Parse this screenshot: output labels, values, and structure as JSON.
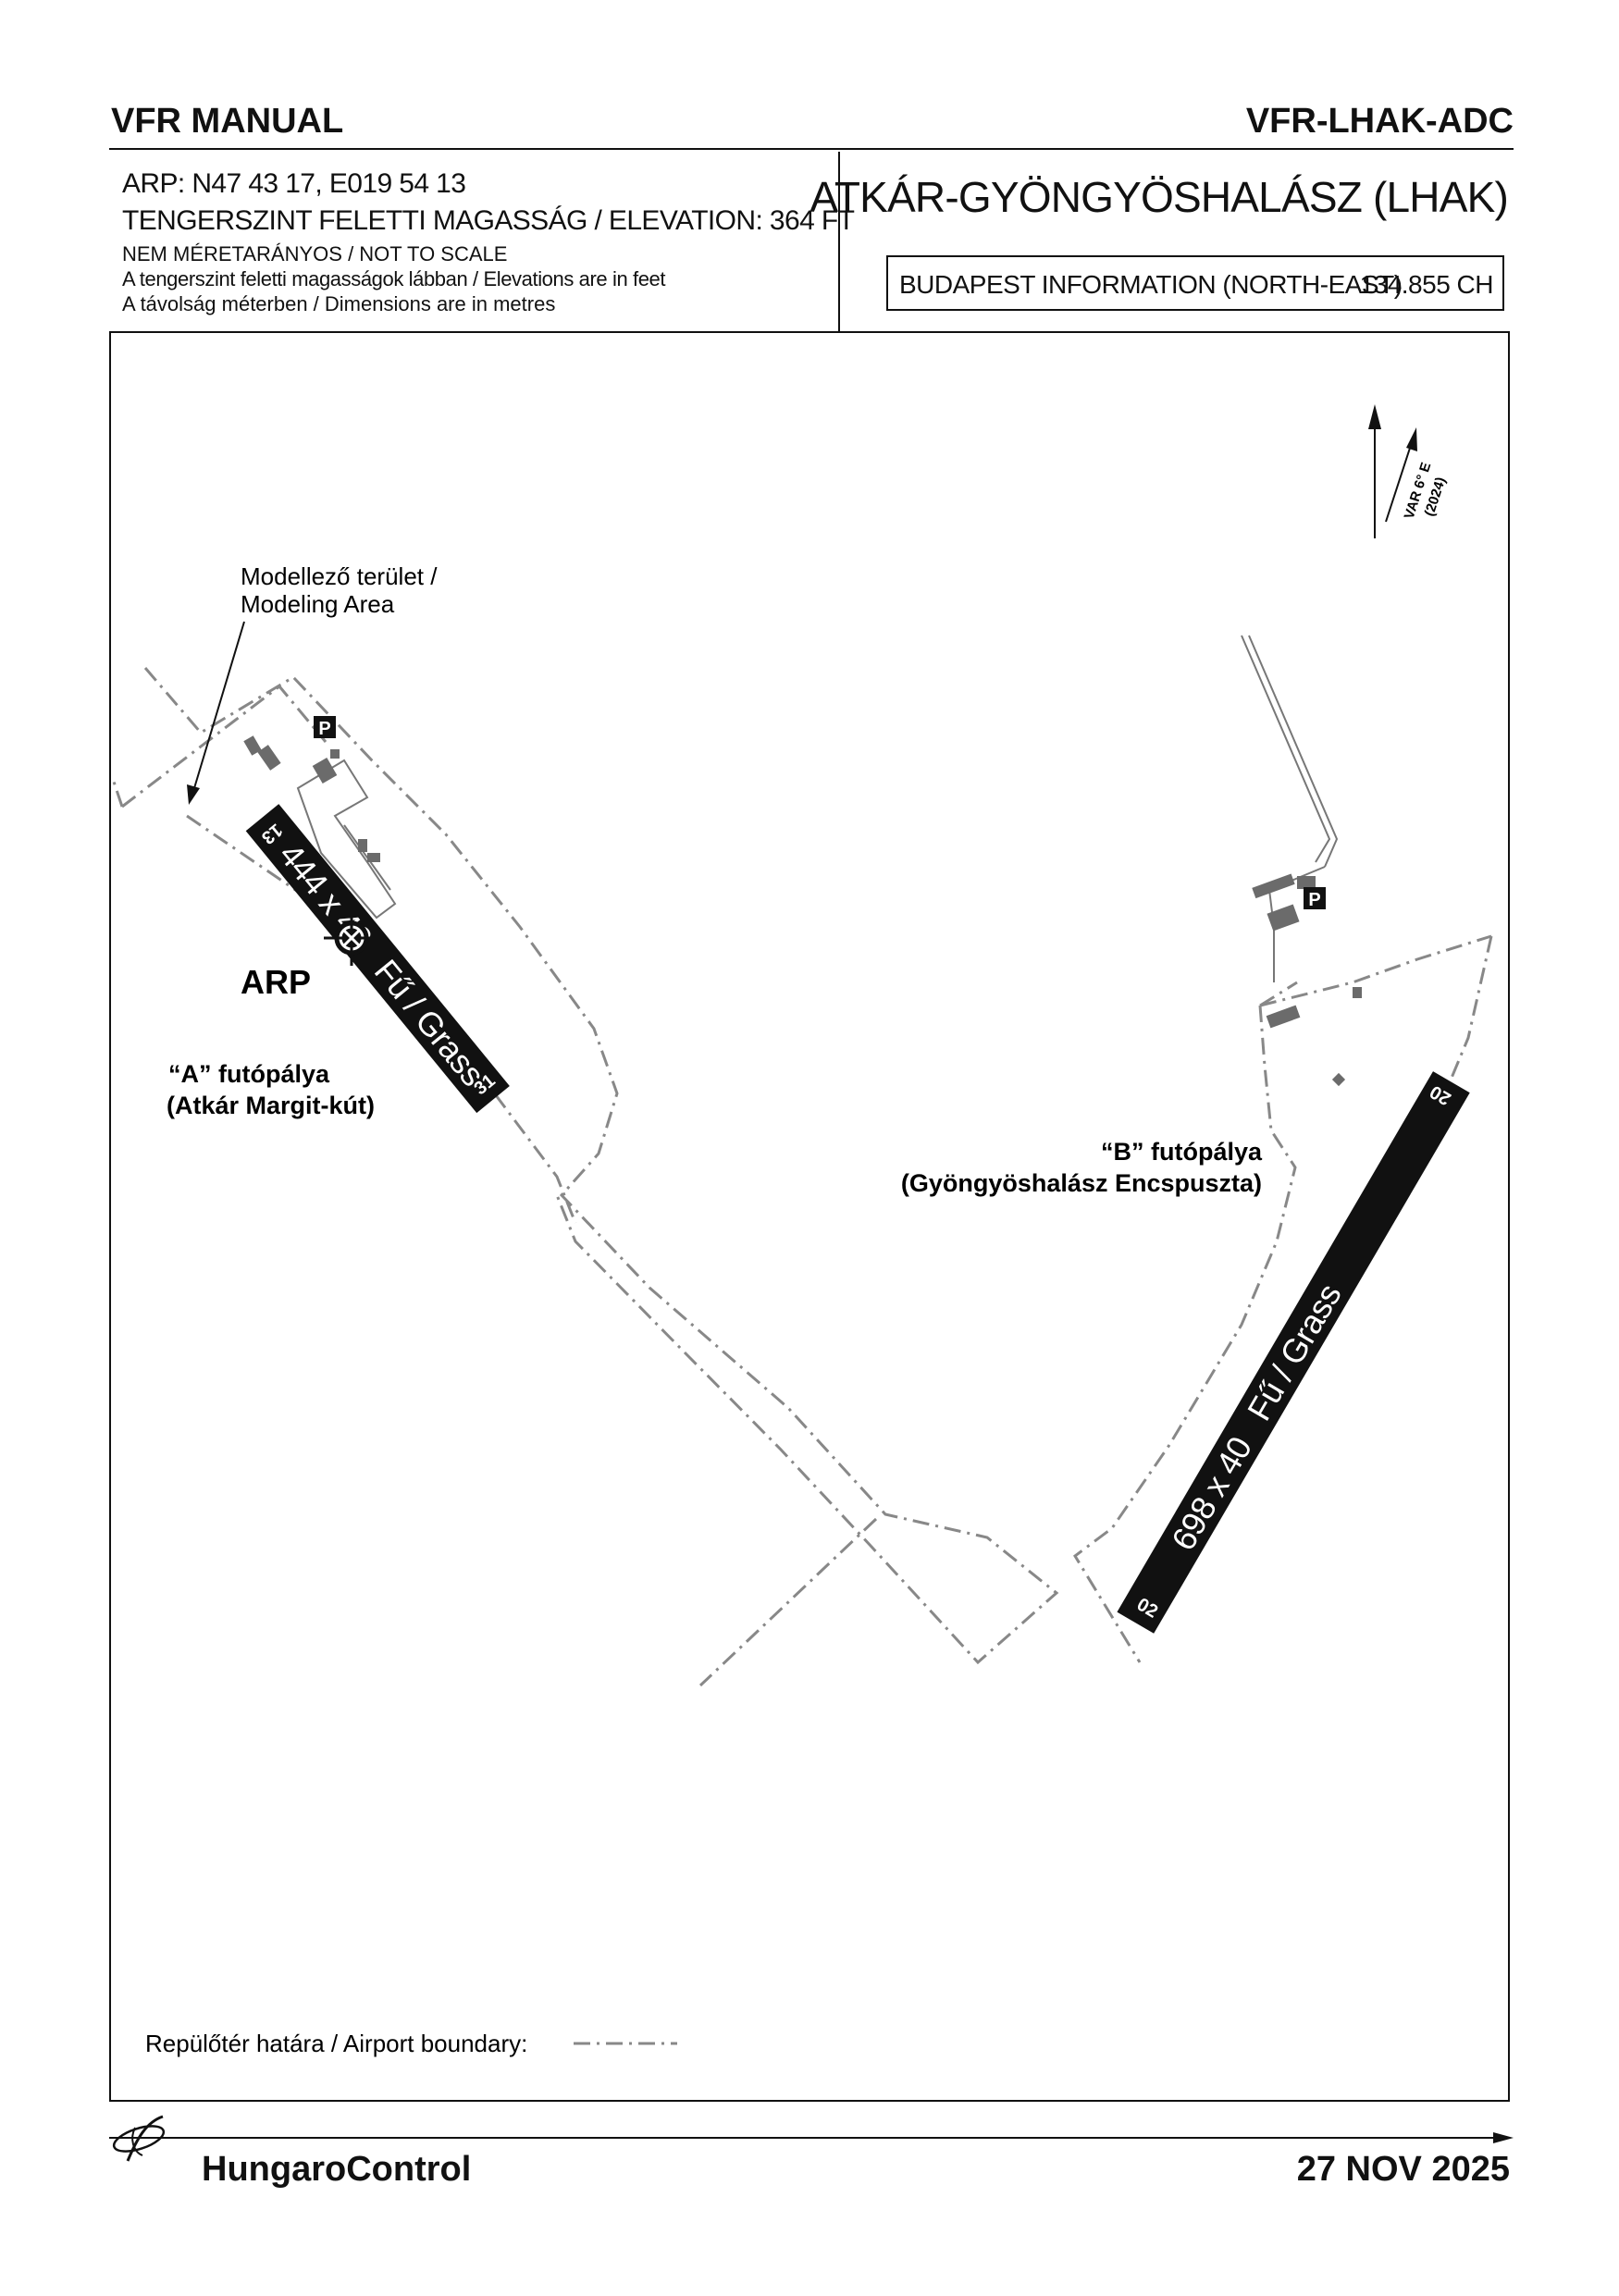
{
  "header": {
    "left_title": "VFR MANUAL",
    "right_title": "VFR-LHAK-ADC"
  },
  "info": {
    "arp": "ARP: N47 43 17, E019 54 13",
    "elevation": "TENGERSZINT FELETTI MAGASSÁG / ELEVATION: 364 FT",
    "scale": "NEM MÉRETARÁNYOS / NOT TO SCALE",
    "elev_units": "A tengerszint feletti magasságok lábban / Elevations are in feet",
    "dim_units": "A távolság méterben / Dimensions are in metres"
  },
  "aerodrome": {
    "name": "ATKÁR-GYÖNGYÖSHALÁSZ (LHAK)",
    "frequency_label": "BUDAPEST INFORMATION (NORTH-EAST)",
    "frequency": "134.855 CH"
  },
  "map": {
    "north_var": "VAR 6° E",
    "north_year": "(2024)",
    "modeling_area_line1": "Modellező terület /",
    "modeling_area_line2": "Modeling Area",
    "arp_label": "ARP",
    "parking_symbol": "P",
    "runway_a": {
      "name_line1": "“A” futópálya",
      "name_line2": "(Atkár Margit-kút)",
      "designator_nw": "13",
      "designator_se": "31",
      "dimension_text": "444 x 40   Fű / Grass"
    },
    "runway_b": {
      "name_line1": "“B” futópálya",
      "name_line2": "(Gyöngyöshalász Encspuszta)",
      "designator_ne": "20",
      "designator_sw": "02",
      "dimension_text": "698 x 40   Fű / Grass"
    },
    "legend_boundary": "Repülőtér határa / Airport boundary:"
  },
  "footer": {
    "brand": "HungaroControl",
    "date": "27 NOV 2025"
  },
  "colors": {
    "ink": "#111111",
    "runway": "#111111",
    "building": "#6b6b6b",
    "boundary": "#888888"
  }
}
